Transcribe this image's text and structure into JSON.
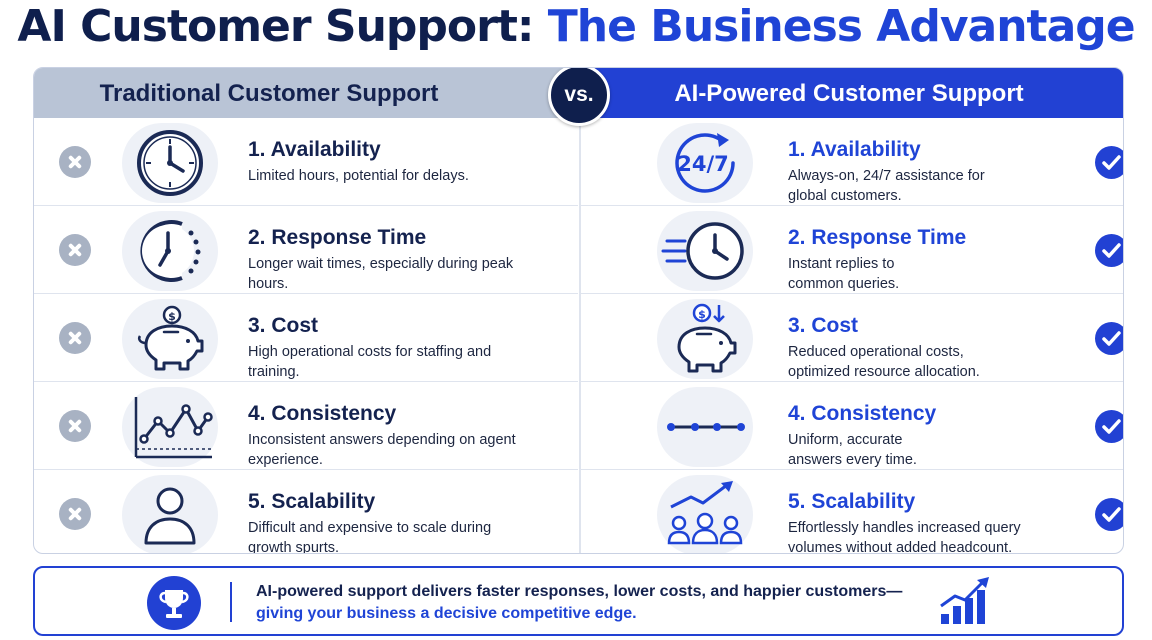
{
  "title": {
    "part1": "AI Customer Support: ",
    "part2": "The Business Advantage"
  },
  "left_header": "Traditional Customer Support",
  "right_header": "AI-Powered Customer Support",
  "vs_label": "vs.",
  "traditional": [
    {
      "title": "1. Availability",
      "desc": "Limited hours, potential for delays.",
      "icon": "clock-icon"
    },
    {
      "title": "2. Response Time",
      "desc": "Longer wait times, especially during peak hours.",
      "icon": "slow-clock-icon"
    },
    {
      "title": "3. Cost",
      "desc": "High operational costs for staffing and training.",
      "icon": "piggy-bank-icon"
    },
    {
      "title": "4. Consistency",
      "desc": "Inconsistent answers depending on agent experience.",
      "icon": "zigzag-chart-icon"
    },
    {
      "title": "5. Scalability",
      "desc": "Difficult and expensive to scale during growth spurts.",
      "icon": "person-icon"
    }
  ],
  "ai": [
    {
      "title": "1. Availability",
      "desc": "Always-on, 24/7 assistance for global customers.",
      "icon": "24-7-icon",
      "icon_text": "24/7"
    },
    {
      "title": "2. Response Time",
      "desc": "Instant replies to common queries.",
      "icon": "fast-clock-icon"
    },
    {
      "title": "3. Cost",
      "desc": "Reduced operational costs, optimized resource allocation.",
      "icon": "piggy-bank-down-icon"
    },
    {
      "title": "4. Consistency",
      "desc": "Uniform, accurate answers every time.",
      "icon": "flat-line-icon"
    },
    {
      "title": "5. Scalability",
      "desc": "Effortlessly handles increased query volumes without added headcount.",
      "icon": "group-growth-icon"
    }
  ],
  "footer": {
    "line1": "AI-powered support delivers faster responses, lower costs, and happier customers—",
    "line2": "giving your business a decisive competitive edge.",
    "icon": "trophy-icon",
    "chart_icon": "growth-bars-icon"
  },
  "colors": {
    "navy": "#14224f",
    "blue": "#2241d3",
    "gray_header": "#b9c4d6",
    "x_gray": "#a8b2c3"
  }
}
